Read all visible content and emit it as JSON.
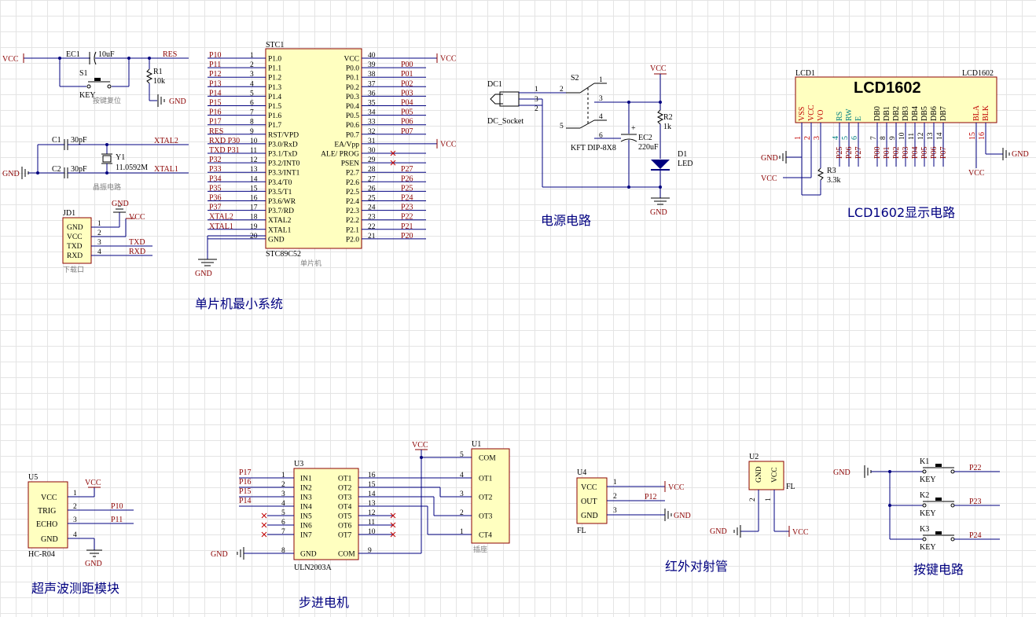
{
  "titles": {
    "mcu": "单片机最小系统",
    "power": "电源电路",
    "lcd": "LCD1602显示电路",
    "ultra": "超声波测距模块",
    "stepper": "步进电机",
    "ir": "红外对射管",
    "keys": "按键电路"
  },
  "nets": {
    "vcc": "VCC",
    "gnd": "GND",
    "res": "RES",
    "xtal1": "XTAL1",
    "xtal2": "XTAL2",
    "txd": "TXD",
    "rxd": "RXD",
    "fl": "FL",
    "p12": "P12",
    "p22": "P22",
    "p23": "P23",
    "p24": "P24",
    "p10": "P10",
    "p11": "P11",
    "p14": "P14",
    "p15": "P15",
    "p16": "P16",
    "p17": "P17"
  },
  "reset": {
    "ec1": "EC1",
    "ec1_val": "10uF",
    "r1": "R1",
    "r1_val": "10k",
    "s1": "S1",
    "s1_val": "KEY",
    "caption": "按键复位"
  },
  "crystal": {
    "c1": "C1",
    "c1_val": "30pF",
    "c2": "C2",
    "c2_val": "30pF",
    "y1": "Y1",
    "y1_val": "11.0592M",
    "caption": "晶振电路"
  },
  "jd1": {
    "ref": "JD1",
    "pins": [
      "GND",
      "VCC",
      "TXD",
      "RXD"
    ],
    "nums": [
      "1",
      "2",
      "3",
      "4"
    ],
    "caption": "下载口"
  },
  "mcu": {
    "ref": "STC1",
    "part": "STC89C52",
    "caption": "单片机",
    "left_pins": [
      "P1.0",
      "P1.1",
      "P1.2",
      "P1.3",
      "P1.4",
      "P1.5",
      "P1.6",
      "P1.7",
      "RST/VPD",
      "P3.0/RxD",
      "P3.1/TxD",
      "P3.2/INT0",
      "P3.3/INT1",
      "P3.4/T0",
      "P3.5/T1",
      "P3.6/WR",
      "P3.7/RD",
      "XTAL2",
      "XTAL1",
      "GND"
    ],
    "left_nums": [
      "1",
      "2",
      "3",
      "4",
      "5",
      "6",
      "7",
      "8",
      "9",
      "10",
      "11",
      "12",
      "13",
      "14",
      "15",
      "16",
      "17",
      "18",
      "19",
      "20"
    ],
    "left_nets": [
      "P10",
      "P11",
      "P12",
      "P13",
      "P14",
      "P15",
      "P16",
      "P17",
      "RES",
      "RXD P30",
      "TXD P31",
      "P32",
      "P33",
      "P34",
      "P35",
      "P36",
      "P37",
      "XTAL2",
      "XTAL1",
      ""
    ],
    "right_pins": [
      "VCC",
      "P0.0",
      "P0.1",
      "P0.2",
      "P0.3",
      "P0.4",
      "P0.5",
      "P0.6",
      "P0.7",
      "EA/Vpp",
      "ALE/ PROG",
      "PSEN",
      "P2.7",
      "P2.6",
      "P2.5",
      "P2.4",
      "P2.3",
      "P2.2",
      "P2.1",
      "P2.0"
    ],
    "right_nums": [
      "40",
      "39",
      "38",
      "37",
      "36",
      "35",
      "34",
      "33",
      "32",
      "31",
      "30",
      "29",
      "28",
      "27",
      "26",
      "25",
      "24",
      "23",
      "22",
      "21"
    ],
    "right_nets": [
      "VCC",
      "P00",
      "P01",
      "P02",
      "P03",
      "P04",
      "P05",
      "P06",
      "P07",
      "VCC",
      "",
      "",
      "P27",
      "P26",
      "P25",
      "P24",
      "P23",
      "P22",
      "P21",
      "P20"
    ]
  },
  "power": {
    "dc1": "DC1",
    "dc1_val": "DC_Socket",
    "s2": "S2",
    "s2_val": "KFT DIP-8X8",
    "ec2": "EC2",
    "ec2_val": "220uF",
    "r2": "R2",
    "r2_val": "1k",
    "d1": "D1",
    "d1_val": "LED",
    "dc_pins": [
      "1",
      "3",
      "2"
    ],
    "s2_pins": [
      "1",
      "2",
      "3",
      "4",
      "5",
      "6"
    ],
    "plus": "+"
  },
  "lcd": {
    "ref": "LCD1",
    "ref2": "LCD1602",
    "name": "LCD1602",
    "pins": [
      "VSS",
      "VCC",
      "VO",
      "RS",
      "RW",
      "E",
      "DB0",
      "DB1",
      "DB2",
      "DB3",
      "DB4",
      "DB5",
      "DB6",
      "DB7",
      "BLA",
      "BLK"
    ],
    "nums": [
      "1",
      "2",
      "3",
      "4",
      "5",
      "6",
      "7",
      "8",
      "9",
      "10",
      "11",
      "12",
      "13",
      "14",
      "15",
      "16"
    ],
    "nets": [
      "",
      "",
      "",
      "P25",
      "P26",
      "P27",
      "P00",
      "P01",
      "P02",
      "P03",
      "P04",
      "P05",
      "P06",
      "P07",
      "",
      ""
    ],
    "r3": "R3",
    "r3_val": "3.3k"
  },
  "u5": {
    "ref": "U5",
    "part": "HC-R04",
    "pins": [
      "VCC",
      "TRIG",
      "ECHO",
      "GND"
    ],
    "nums": [
      "1",
      "2",
      "3",
      "4"
    ]
  },
  "u3": {
    "ref": "U3",
    "part": "ULN2003A",
    "left_pins": [
      "IN1",
      "IN2",
      "IN3",
      "IN4",
      "IN5",
      "IN6",
      "IN7",
      "GND"
    ],
    "left_nums": [
      "1",
      "2",
      "3",
      "4",
      "5",
      "6",
      "7",
      "8"
    ],
    "right_pins": [
      "OT1",
      "OT2",
      "OT3",
      "OT4",
      "OT5",
      "OT6",
      "OT7",
      "COM"
    ],
    "right_nums": [
      "16",
      "15",
      "14",
      "13",
      "12",
      "11",
      "10",
      "9"
    ]
  },
  "u1": {
    "ref": "U1",
    "caption": "插座",
    "pins": [
      "COM",
      "OT1",
      "OT2",
      "OT3",
      "CT4"
    ],
    "nums": [
      "5",
      "4",
      "3",
      "2",
      "1"
    ]
  },
  "u4": {
    "ref": "U4",
    "part": "FL",
    "pins": [
      "VCC",
      "OUT",
      "GND"
    ],
    "nums": [
      "1",
      "2",
      "3"
    ]
  },
  "u2": {
    "ref": "U2",
    "pins": [
      "GND",
      "VCC"
    ],
    "nums": [
      "2",
      "1"
    ]
  },
  "keys": {
    "refs": [
      "K1",
      "K2",
      "K3"
    ],
    "val": "KEY"
  }
}
